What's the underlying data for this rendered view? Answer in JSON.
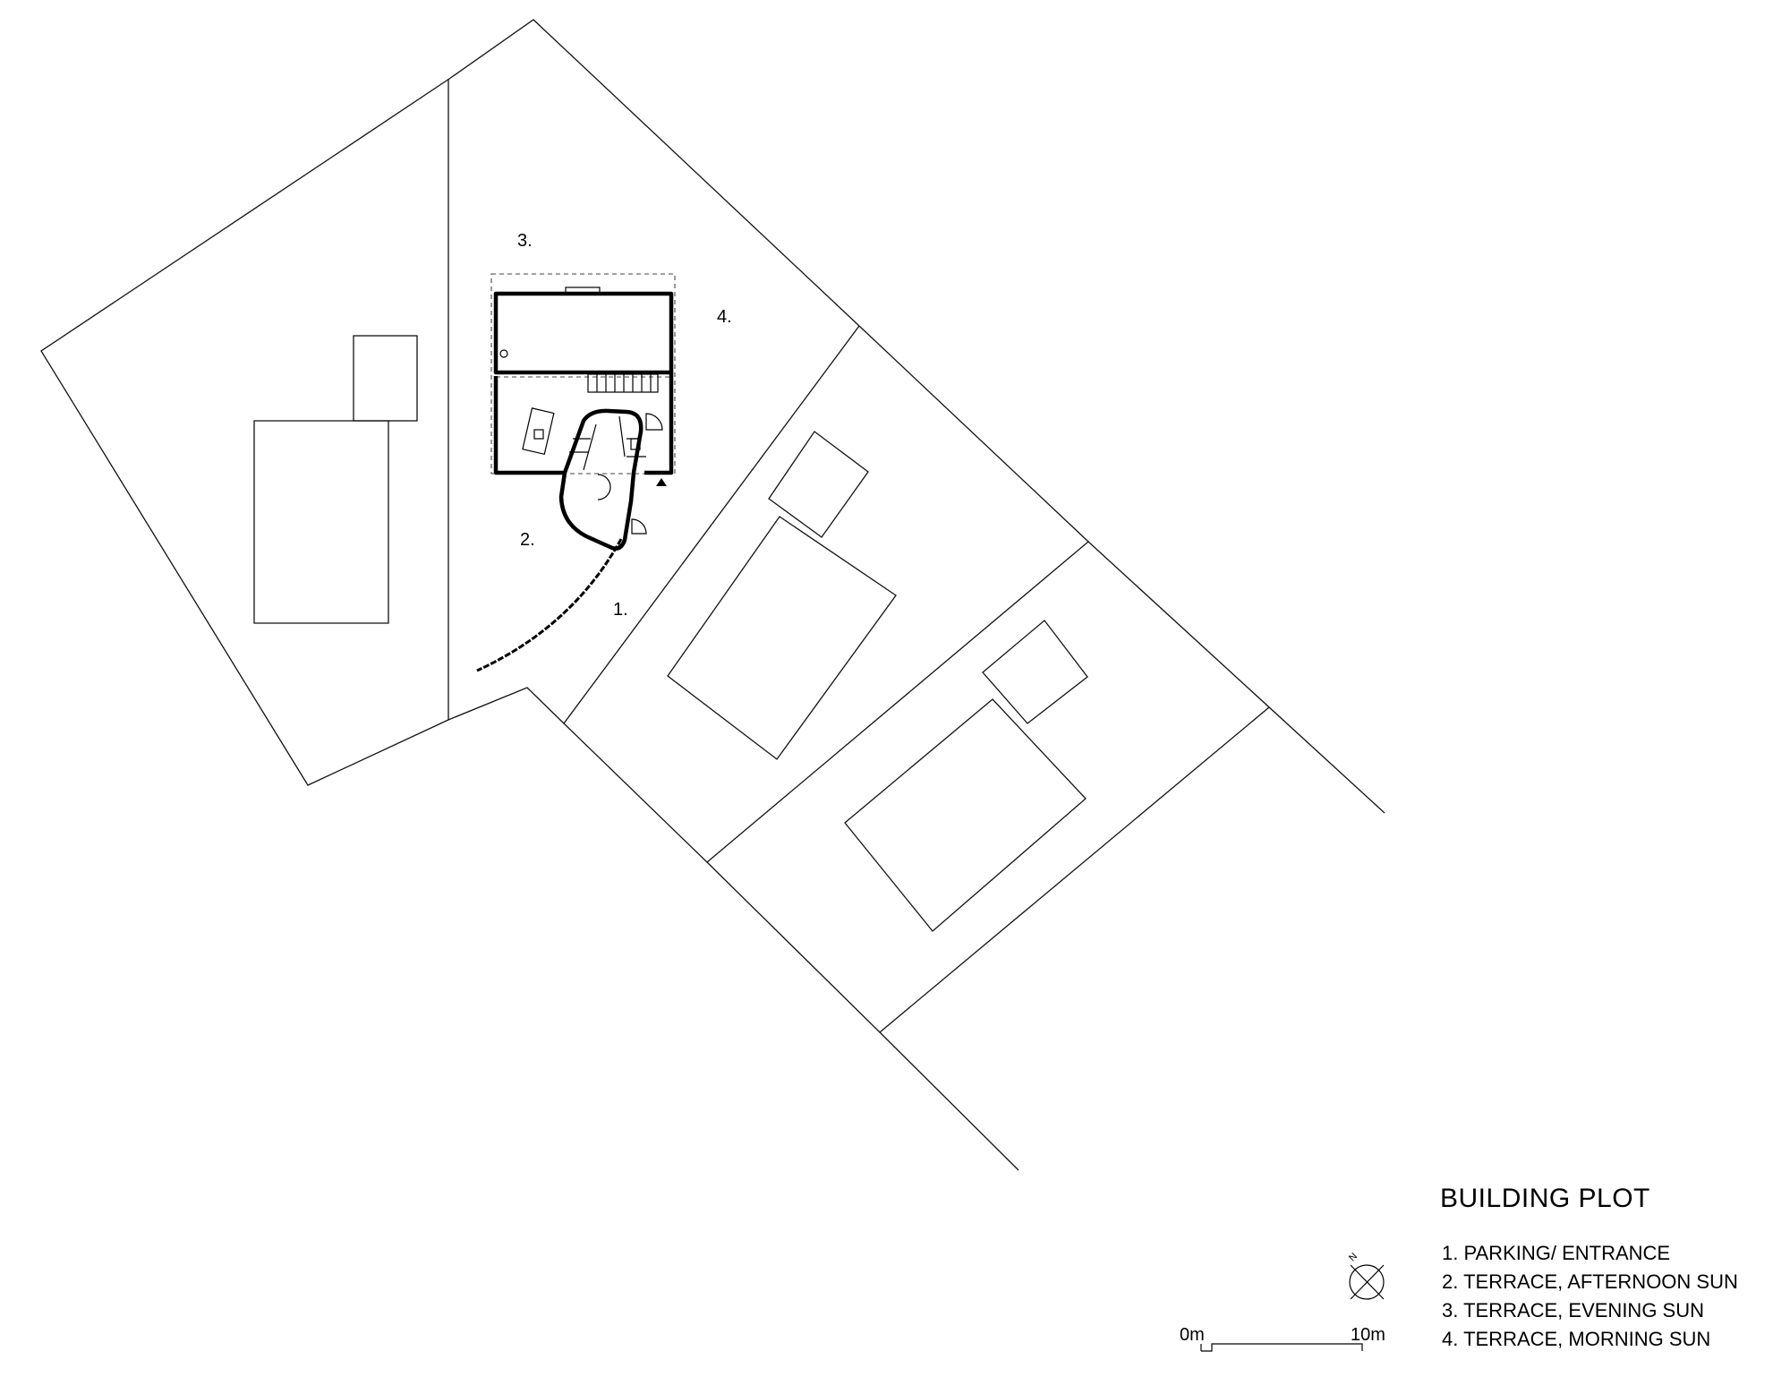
{
  "legend": {
    "title": "BUILDING PLOT",
    "items": [
      {
        "label": "1. PARKING/ ENTRANCE"
      },
      {
        "label": "2. TERRACE, AFTERNOON SUN"
      },
      {
        "label": "3. TERRACE, EVENING SUN"
      },
      {
        "label": "4. TERRACE, MORNING SUN"
      }
    ]
  },
  "zone_markers": [
    "1.",
    "2.",
    "3.",
    "4."
  ],
  "north_arrow": {
    "letter": "N",
    "icon": "north-arrow-icon"
  },
  "scale_bar": {
    "start_label": "0m",
    "end_label": "10m"
  },
  "colors": {
    "line": "#000000",
    "background": "#ffffff"
  }
}
